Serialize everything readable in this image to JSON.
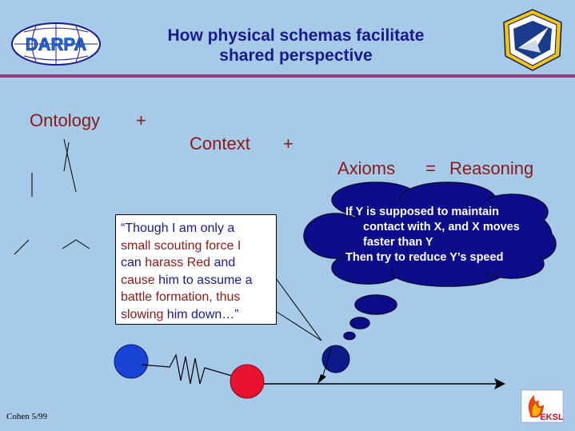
{
  "header": {
    "title_line1": "How physical schemas facilitate",
    "title_line2": "shared perspective",
    "left_logo_text": "DARPA"
  },
  "equation": {
    "term1": "Ontology",
    "plus1": "+",
    "term2": "Context",
    "plus2": "+",
    "term3": "Axioms",
    "equals": "=",
    "result": "Reasoning"
  },
  "quote": {
    "line1": "“Though I am only a",
    "line2a": "small scouting force I",
    "line3a": "can ",
    "line3b": "harass Red",
    "line3c": " and",
    "line4a": "cause",
    "line4b": " him to assume a",
    "line5": "battle formation, thus",
    "line6a": "slowing",
    "line6b": " him down…”"
  },
  "thought": {
    "line1": "If Y is supposed to maintain",
    "line2": "contact with X, and X moves",
    "line3": "faster than Y",
    "line4": "Then try to reduce Y’s speed"
  },
  "footer": {
    "credit": "Cohen 5/99",
    "lab_logo_text": "EKSL"
  },
  "colors": {
    "background": "#a6cae8",
    "title": "#1a1a8c",
    "rule": "#9a3a78",
    "cloud": "#0d0d8c",
    "blue_unit": "#1a44d6",
    "red_unit": "#e8122e",
    "observer_unit": "#0d1a8c"
  }
}
